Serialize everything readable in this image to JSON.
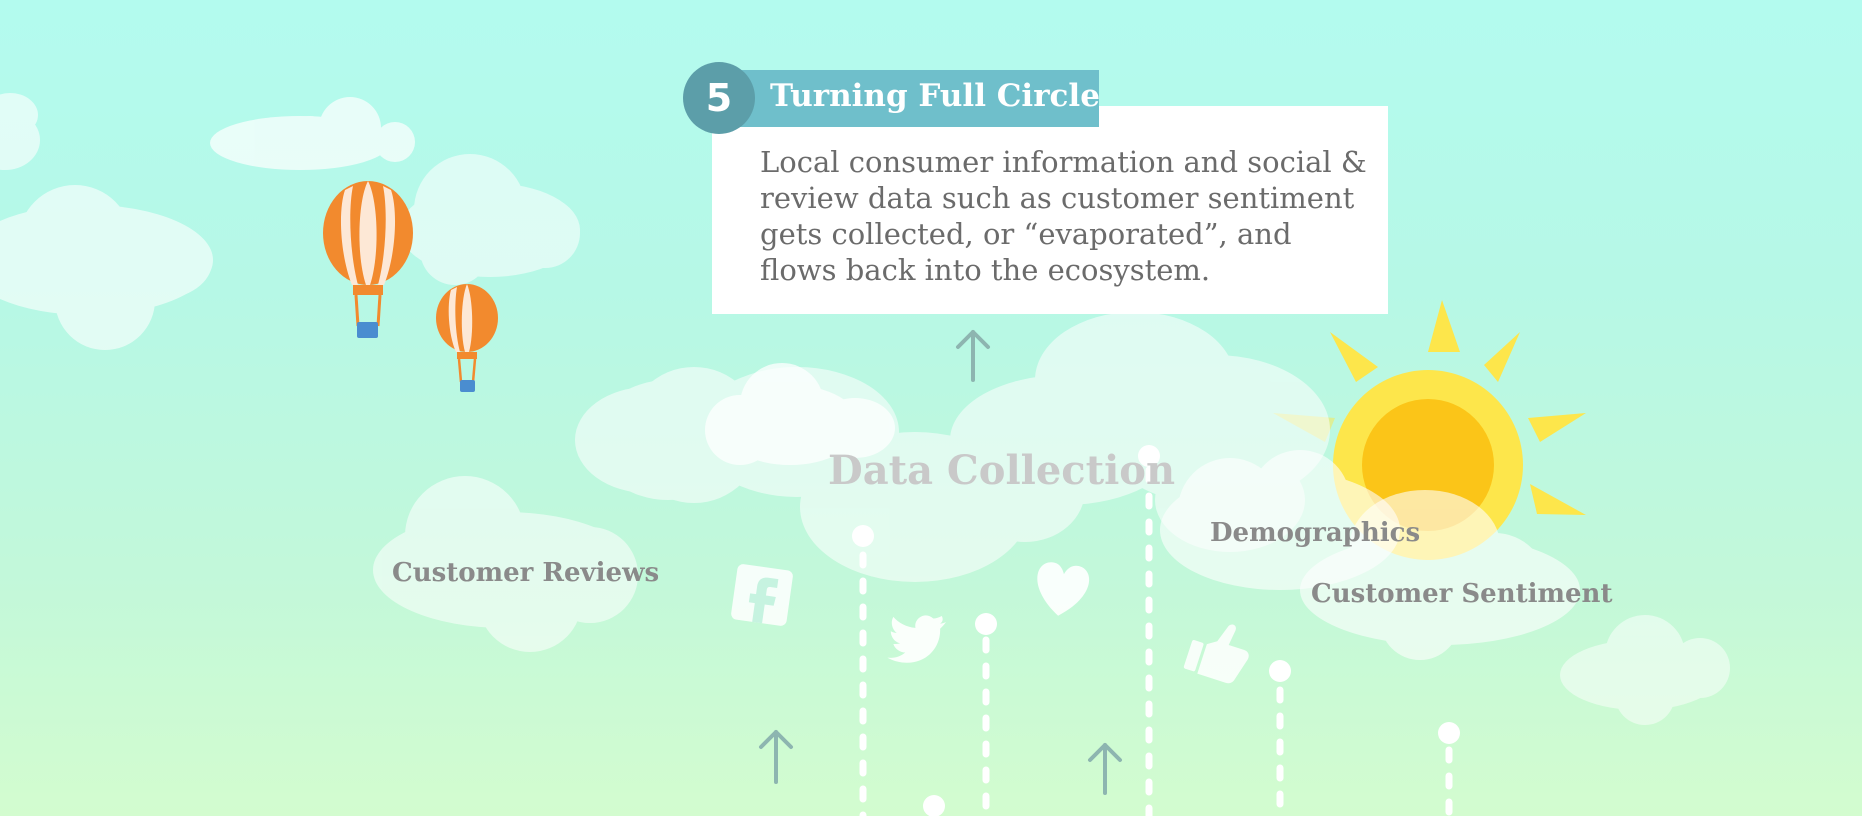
{
  "step": {
    "number": "5",
    "title": "Turning Full Circle",
    "description": "Local consumer information and social & review data such as customer sentiment gets collected, or “evaporated”, and flows back into the ecosystem."
  },
  "diagram": {
    "central_label": "Data Collection",
    "labels": {
      "reviews": "Customer Reviews",
      "demographics": "Demographics",
      "sentiment": "Customer Sentiment"
    },
    "icons": [
      "hot-air-balloon-icon",
      "sun-icon",
      "cloud-icon",
      "facebook-icon",
      "twitter-icon",
      "heart-icon",
      "thumbs-up-icon",
      "arrow-up-icon"
    ]
  },
  "colors": {
    "sky_top": "#b3fbef",
    "sky_bottom": "#d3fccf",
    "badge": "#5c9ea9",
    "title_bar": "#6fbfcb",
    "sun_outer": "#fde64b",
    "sun_inner": "#fbc518",
    "balloon_orange": "#f28a2e"
  }
}
